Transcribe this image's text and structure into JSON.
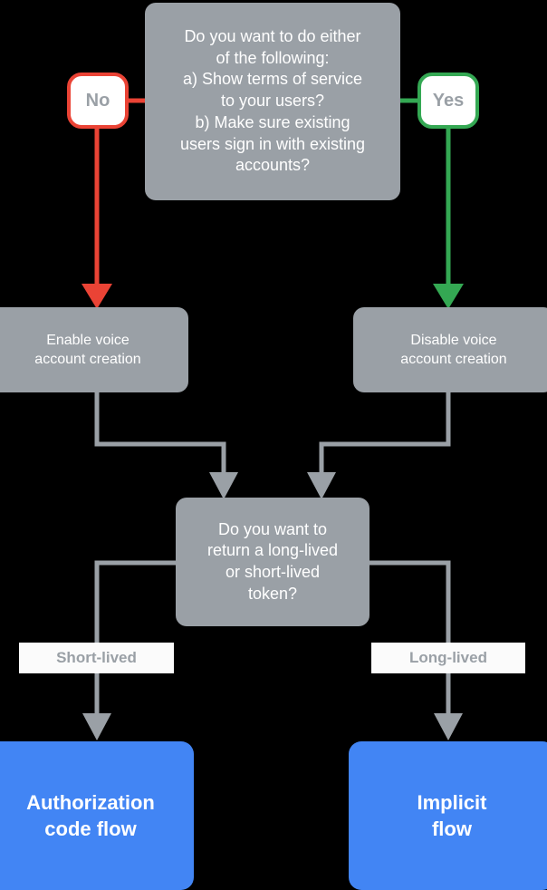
{
  "diagram": {
    "title": "Account linking flow decision chart",
    "background_color": "#000000",
    "colors": {
      "node_gray": "#9aa0a6",
      "node_blue": "#4285f4",
      "yes_green": "#34a853",
      "no_red": "#ea4335",
      "connector_gray": "#9aa0a6",
      "label_white": "#fbfbfb",
      "text_white": "#ffffff"
    },
    "nodes": {
      "decision_top": {
        "text": "Do you want to do either\nof the following:\na) Show terms of service\nto your users?\nb) Make sure existing\nusers sign in with existing\naccounts?"
      },
      "badge_no": {
        "text": "No"
      },
      "badge_yes": {
        "text": "Yes"
      },
      "box_enable": {
        "text": "Enable voice\naccount creation"
      },
      "box_disable": {
        "text": "Disable voice\naccount creation"
      },
      "decision_token": {
        "text": "Do you want to\nreturn a long-lived\nor short-lived\ntoken?"
      },
      "label_short": {
        "text": "Short-lived"
      },
      "label_long": {
        "text": "Long-lived"
      },
      "box_auth": {
        "text": "Authorization\ncode flow"
      },
      "box_implicit": {
        "text": "Implicit\nflow"
      }
    }
  }
}
